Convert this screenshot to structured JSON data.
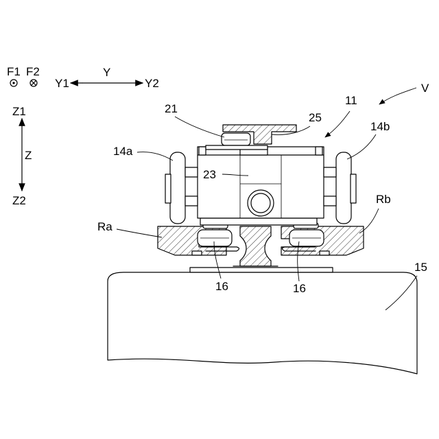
{
  "figure": {
    "labels": {
      "F1": "F1",
      "F2": "F2",
      "Y1": "Y1",
      "Y": "Y",
      "Y2": "Y2",
      "Z1": "Z1",
      "Z": "Z",
      "Z2": "Z2",
      "V": "V",
      "ref_11": "11",
      "ref_21": "21",
      "ref_25": "25",
      "ref_14b": "14b",
      "ref_14a": "14a",
      "ref_23": "23",
      "Rb": "Rb",
      "Ra": "Ra",
      "ref_16_left": "16",
      "ref_16_right": "16",
      "ref_15": "15"
    }
  }
}
